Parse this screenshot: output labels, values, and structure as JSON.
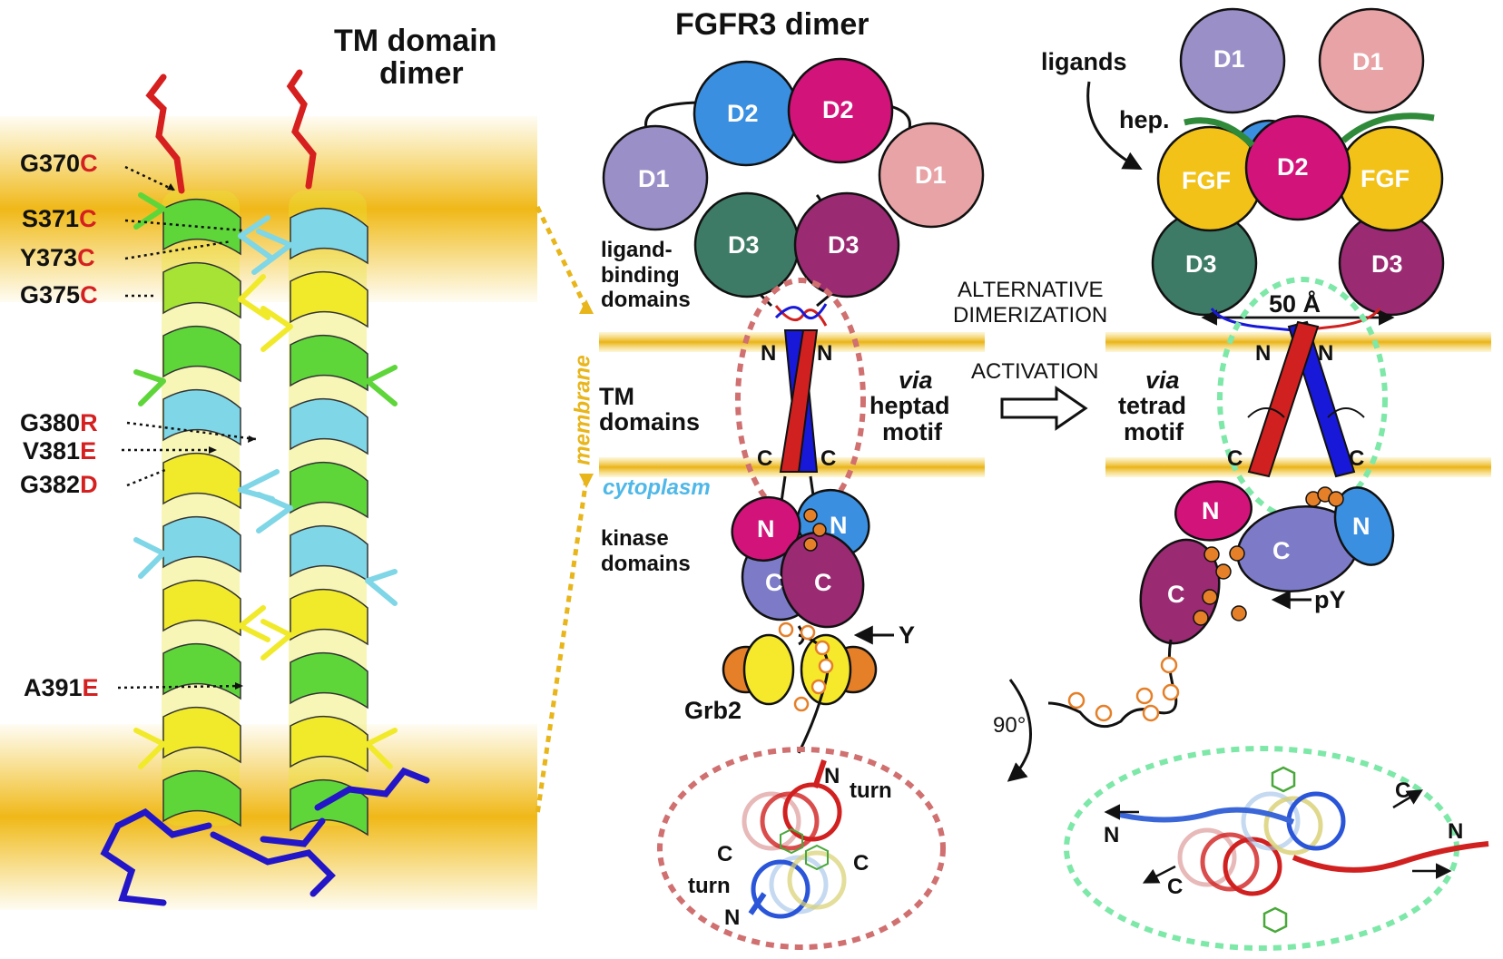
{
  "left_panel": {
    "title_line1": "TM domain",
    "title_line2": "dimer",
    "mutations": [
      {
        "wt": "G370",
        "mut": "C"
      },
      {
        "wt": "S371",
        "mut": "C"
      },
      {
        "wt": "Y373",
        "mut": "C"
      },
      {
        "wt": "G375",
        "mut": "C"
      },
      {
        "wt": "G380",
        "mut": "R"
      },
      {
        "wt": "V381",
        "mut": "E"
      },
      {
        "wt": "G382",
        "mut": "D"
      },
      {
        "wt": "A391",
        "mut": "E"
      }
    ],
    "membrane_label": "membrane",
    "colors": {
      "wt": "#111111",
      "mut": "#d42020",
      "helix_green": "#5ed63a",
      "helix_yellow": "#f1ea2b",
      "helix_cyan": "#7fd6e6",
      "terminus_red": "#d62020",
      "terminus_blue": "#2216c8",
      "membrane_gold": "#f0c21e"
    }
  },
  "middle_panel": {
    "title": "FGFR3 dimer",
    "domains": {
      "d1": "D1",
      "d2": "D2",
      "d3": "D3"
    },
    "labels": {
      "ligand_binding": [
        "ligand-",
        "binding",
        "domains"
      ],
      "tm_domains": [
        "TM",
        "domains"
      ],
      "cytoplasm": "cytoplasm",
      "kinase_domains": [
        "kinase",
        "domains"
      ],
      "grb2": "Grb2",
      "y": "Y",
      "n": "N",
      "c": "C",
      "turn": "turn"
    },
    "via": "via",
    "motif_lines": [
      "heptad",
      "motif"
    ]
  },
  "transition": {
    "alternative_line1": "ALTERNATIVE",
    "alternative_line2": "DIMERIZATION",
    "activation": "ACTIVATION"
  },
  "right_panel": {
    "ligands": "ligands",
    "hep": "hep.",
    "fgf": "FGF",
    "distance": "50 Å",
    "via": "via",
    "motif_lines": [
      "tetrad",
      "motif"
    ],
    "py": "pY",
    "rotation": "90°",
    "colors": {
      "d1_left": "#9b8fc8",
      "d1_right": "#e8a3a6",
      "d2_blue": "#3a8fe0",
      "d2_magenta": "#d2137a",
      "d3_teal": "#3d7b66",
      "d3_plum": "#9a2a72",
      "fgf": "#f2c218",
      "heparin": "#2f8a3a",
      "phospho": "#e57f28"
    }
  }
}
